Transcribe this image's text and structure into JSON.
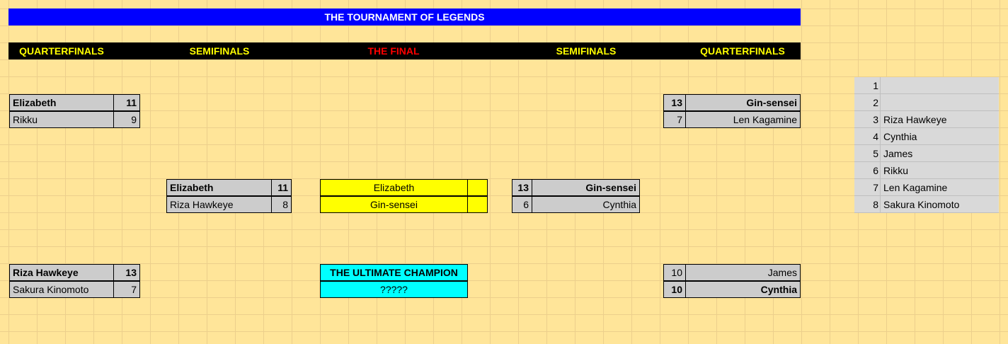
{
  "title": "THE TOURNAMENT OF LEGENDS",
  "rounds": {
    "left_quarterfinals": "QUARTERFINALS",
    "left_semifinals": "SEMIFINALS",
    "final": "THE FINAL",
    "right_semifinals": "SEMIFINALS",
    "right_quarterfinals": "QUARTERFINALS"
  },
  "left_qf": [
    {
      "p1": "Elizabeth",
      "s1": "11",
      "p2": "Rikku",
      "s2": "9"
    },
    {
      "p1": "Riza Hawkeye",
      "s1": "13",
      "p2": "Sakura Kinomoto",
      "s2": "7"
    }
  ],
  "left_sf": {
    "p1": "Elizabeth",
    "s1": "11",
    "p2": "Riza Hawkeye",
    "s2": "8"
  },
  "final": {
    "p1": "Elizabeth",
    "s1": "",
    "p2": "Gin-sensei",
    "s2": ""
  },
  "champion": {
    "label": "THE ULTIMATE CHAMPION",
    "value": "?????"
  },
  "right_sf": {
    "p1": "Gin-sensei",
    "s1": "13",
    "p2": "Cynthia",
    "s2": "6"
  },
  "right_qf": [
    {
      "p1": "Gin-sensei",
      "s1": "13",
      "p2": "Len Kagamine",
      "s2": "7"
    },
    {
      "p1": "James",
      "s1": "10",
      "p2": "Cynthia",
      "s2": "10"
    }
  ],
  "seeds": [
    {
      "num": "1",
      "name": ""
    },
    {
      "num": "2",
      "name": ""
    },
    {
      "num": "3",
      "name": "Riza Hawkeye"
    },
    {
      "num": "4",
      "name": "Cynthia"
    },
    {
      "num": "5",
      "name": "James"
    },
    {
      "num": "6",
      "name": "Rikku"
    },
    {
      "num": "7",
      "name": "Len Kagamine"
    },
    {
      "num": "8",
      "name": "Sakura Kinomoto"
    }
  ],
  "colors": {
    "background": "#ffe599",
    "title_bar": "#0000ff",
    "round_strip": "#000000",
    "round_text": "#ffff00",
    "final_text": "#ff0000",
    "match_cell": "#cccccc",
    "final_cell": "#ffff00",
    "champion_cell": "#00ffff",
    "seed_cell": "#d9d9d9"
  }
}
